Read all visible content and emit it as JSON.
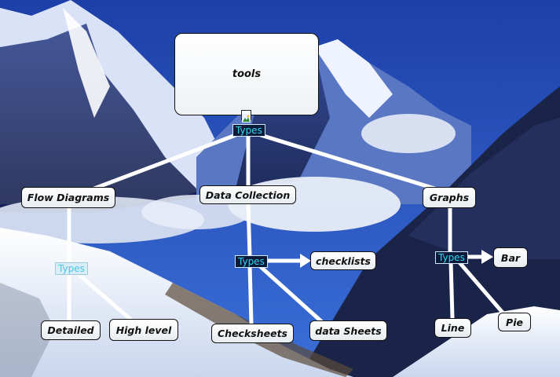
{
  "concept_map": {
    "root": "tools",
    "link_label": "Types",
    "nodes": {
      "flow_diagrams": "Flow Diagrams",
      "data_collection": "Data Collection",
      "graphs": "Graphs",
      "detailed": "Detailed",
      "high_level": "High level",
      "checksheets": "Checksheets",
      "data_sheets": "data Sheets",
      "checklists": "checklists",
      "bar": "Bar",
      "line": "Line",
      "pie": "Pie"
    },
    "icons": [
      "resource-image-icon"
    ],
    "colors": {
      "sky": "#1f49b8",
      "node_fill": "#f2f5f7",
      "link_line": "#ffffff",
      "label_text": "#2fd6f0"
    }
  }
}
